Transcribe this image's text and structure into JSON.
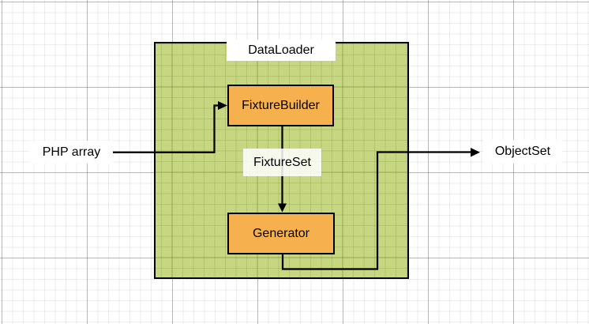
{
  "diagram": {
    "labels": {
      "container": "DataLoader",
      "fixture_builder": "FixtureBuilder",
      "generator": "Generator",
      "fixture_set": "FixtureSet",
      "input": "PHP array",
      "output": "ObjectSet"
    },
    "edges": [
      {
        "from": "PHP array",
        "to": "FixtureBuilder"
      },
      {
        "from": "FixtureBuilder",
        "to": "Generator",
        "label": "FixtureSet"
      },
      {
        "from": "Generator",
        "to": "ObjectSet"
      }
    ],
    "colors": {
      "container_fill": "#C6D681",
      "node_fill": "#F6B14E",
      "stroke": "#000000",
      "label_background": "#FFFFFF",
      "grid_minor": "#ECECEC",
      "grid_major": "#C9C9C9",
      "canvas_background": "#FFFFFF"
    }
  }
}
